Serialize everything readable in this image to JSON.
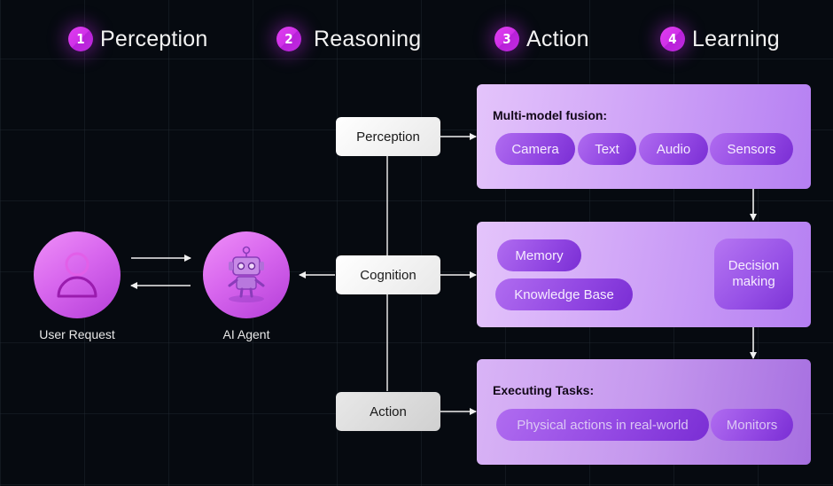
{
  "steps": [
    {
      "number": "1",
      "label": "Perception"
    },
    {
      "number": "2",
      "label": "Reasoning"
    },
    {
      "number": "3",
      "label": "Action"
    },
    {
      "number": "4",
      "label": "Learning"
    }
  ],
  "nodes": {
    "user": {
      "label": "User Request",
      "icon": "user-icon"
    },
    "agent": {
      "label": "AI Agent",
      "icon": "robot-icon"
    }
  },
  "stages": {
    "perception": "Perception",
    "cognition": "Cognition",
    "action": "Action"
  },
  "panels": {
    "perception": {
      "title": "Multi-model fusion:",
      "items": [
        "Camera",
        "Text",
        "Audio",
        "Sensors"
      ]
    },
    "cognition": {
      "items": [
        "Memory",
        "Knowledge Base"
      ],
      "decision": "Decision making"
    },
    "action": {
      "title": "Executing Tasks:",
      "items": [
        "Physical actions in real-world",
        "Monitors"
      ]
    }
  },
  "colors": {
    "background": "#060a10",
    "accent": "#d030e8",
    "panel": "#cea2f7",
    "pill": "#9146e2"
  }
}
